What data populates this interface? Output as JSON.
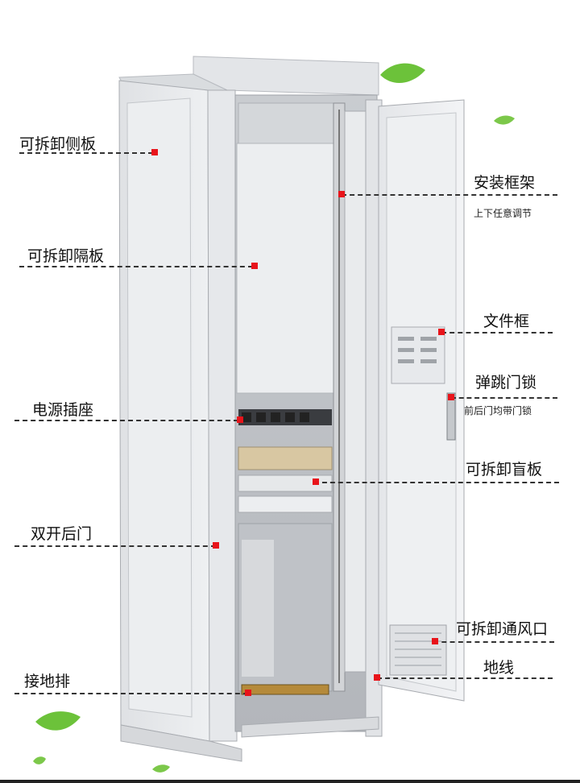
{
  "labels": {
    "side_panel": "可拆卸侧板",
    "partition": "可拆卸隔板",
    "power_socket": "电源插座",
    "rear_door": "双开后门",
    "ground_bar": "接地排",
    "frame": "安装框架",
    "frame_note": "上下任意调节",
    "file_frame": "文件框",
    "door_lock": "弹跳门锁",
    "door_lock_note": "前后门均带门锁",
    "blank_panel": "可拆卸盲板",
    "vent": "可拆卸通风口",
    "ground_wire": "地线"
  },
  "colors": {
    "marker": "#e8141b",
    "cabinet": "#e9eaec",
    "leaf": "#6cc23a"
  }
}
